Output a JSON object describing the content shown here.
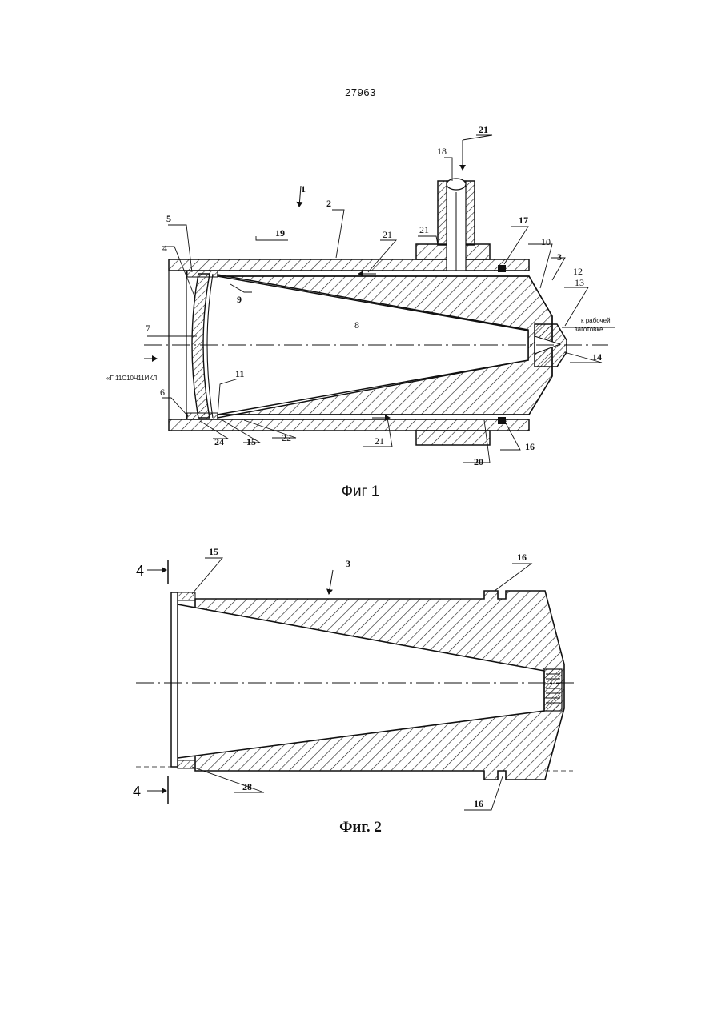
{
  "page_number": "27963",
  "figure1": {
    "caption": "Фиг 1",
    "labels": {
      "l1": "1",
      "l2": "2",
      "l3": "3",
      "l4": "4",
      "l5": "5",
      "l6": "6",
      "l7": "7",
      "l8": "8",
      "l9": "9",
      "l10": "10",
      "l11": "11",
      "l12": "12",
      "l13": "13",
      "l14": "14",
      "l15": "15",
      "l16": "16",
      "l17": "17",
      "l18": "18",
      "l19": "19",
      "l20": "20",
      "l21_top": "21",
      "l21_mid": "21",
      "l21_right": "21",
      "l21_bottom": "21",
      "l22": "22",
      "l24": "24"
    },
    "note_left": "«Г 11С10Ч11ИКЛ",
    "note_right_line1": "к рабочей",
    "note_right_line2": "заготовке"
  },
  "figure2": {
    "caption": "Фиг. 2",
    "labels": {
      "l4_top": "4",
      "l4_bottom": "4",
      "l15": "15",
      "l3": "3",
      "l16_top": "16",
      "l16_bottom": "16",
      "l28": "28"
    }
  }
}
